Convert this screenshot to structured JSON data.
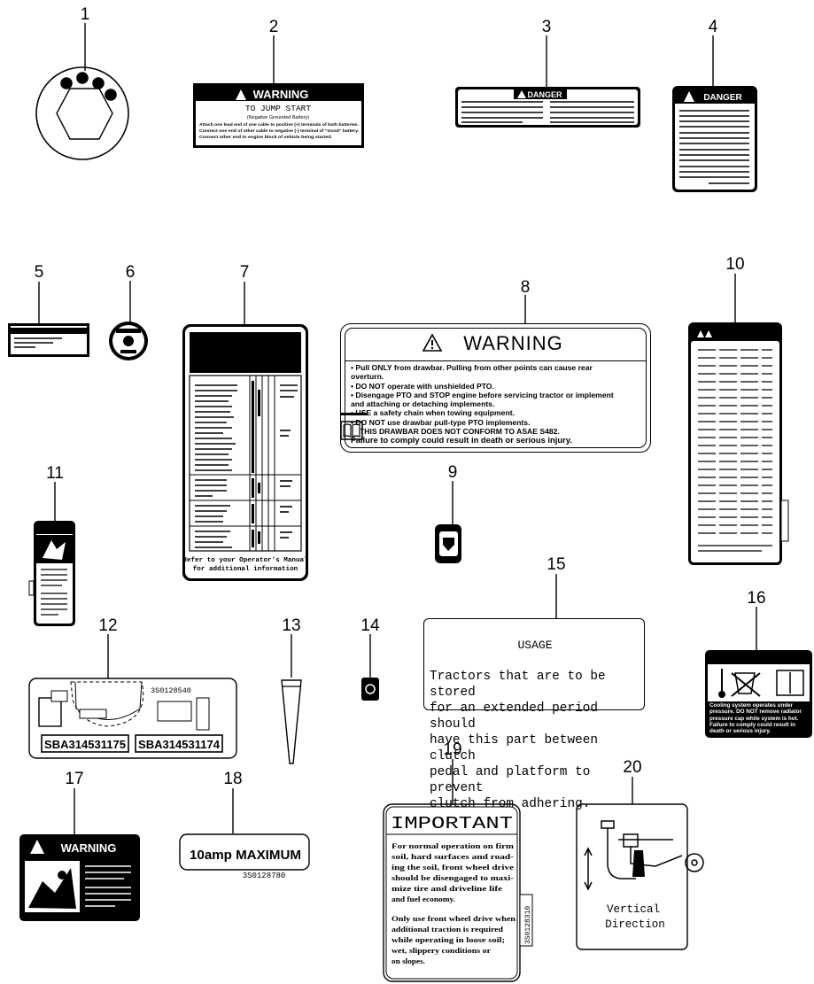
{
  "callouts": [
    "1",
    "2",
    "3",
    "4",
    "5",
    "6",
    "7",
    "8",
    "9",
    "10",
    "11",
    "12",
    "13",
    "14",
    "15",
    "16",
    "17",
    "18",
    "19",
    "20"
  ],
  "decal_2": {
    "header": "WARNING",
    "title": "TO JUMP START",
    "subtitle": "(Negative Grounded Battery)",
    "lines": [
      "Attach one lead end of one cable to positive (+) terminals of both batteries.",
      "Connect one end of other cable to negative (-) terminal of \"Good\" battery.",
      "Connect other end to engine block of vehicle being started."
    ]
  },
  "decal_3": {
    "header": "DANGER"
  },
  "decal_4": {
    "header": "DANGER"
  },
  "decal_7": {
    "footer_1": "Refer to your Operator's Manual",
    "footer_2": "for additional information"
  },
  "decal_8": {
    "header": "WARNING",
    "items": [
      "Pull ONLY from drawbar. Pulling from other points can cause rear overturn.",
      "DO NOT operate with unshielded PTO.",
      "Disengage PTO and STOP engine before servicing tractor or implement and attaching or detaching implements.",
      "USE a safety chain when towing equipment.",
      "DO NOT use drawbar pull-type PTO implements."
    ],
    "notice": "THIS DRAWBAR DOES NOT CONFORM TO ASAE S482.",
    "footer": "Failure to comply could result in death or serious injury."
  },
  "decal_12": {
    "part_top": "3S0128540",
    "part_left": "SBA314531175",
    "part_right": "SBA314531174"
  },
  "decal_15": {
    "heading": "USAGE",
    "body": "Tractors that are to be stored\nfor an extended period should\nhave this part between clutch\npedal and platform to prevent\nclutch from adhering."
  },
  "decal_16": {
    "text": "Cooling system operates under pressure. DO NOT remove radiator pressure cap while system is hot. Failure to comply could result in death or serious injury."
  },
  "decal_17": {
    "header": "WARNING"
  },
  "decal_18": {
    "label": "10amp MAXIMUM",
    "part": "3S0128780"
  },
  "decal_19": {
    "header": "IMPORTANT",
    "para_1": [
      "For normal operation on firm",
      "soil, hard surfaces and road-",
      "ing the soil, front wheel drive",
      "should be disengaged to maxi-",
      "mize tire and driveline life",
      "and fuel economy."
    ],
    "para_2": [
      "Only use front wheel drive when",
      "additional traction is required",
      "while operating in loose soil;",
      "wet, slippery conditions or",
      "on slopes."
    ],
    "part": "3S0128310"
  },
  "decal_20": {
    "line_1": "Vertical",
    "line_2": "Direction"
  },
  "colors": {
    "ink": "#000000",
    "paper": "#ffffff"
  }
}
